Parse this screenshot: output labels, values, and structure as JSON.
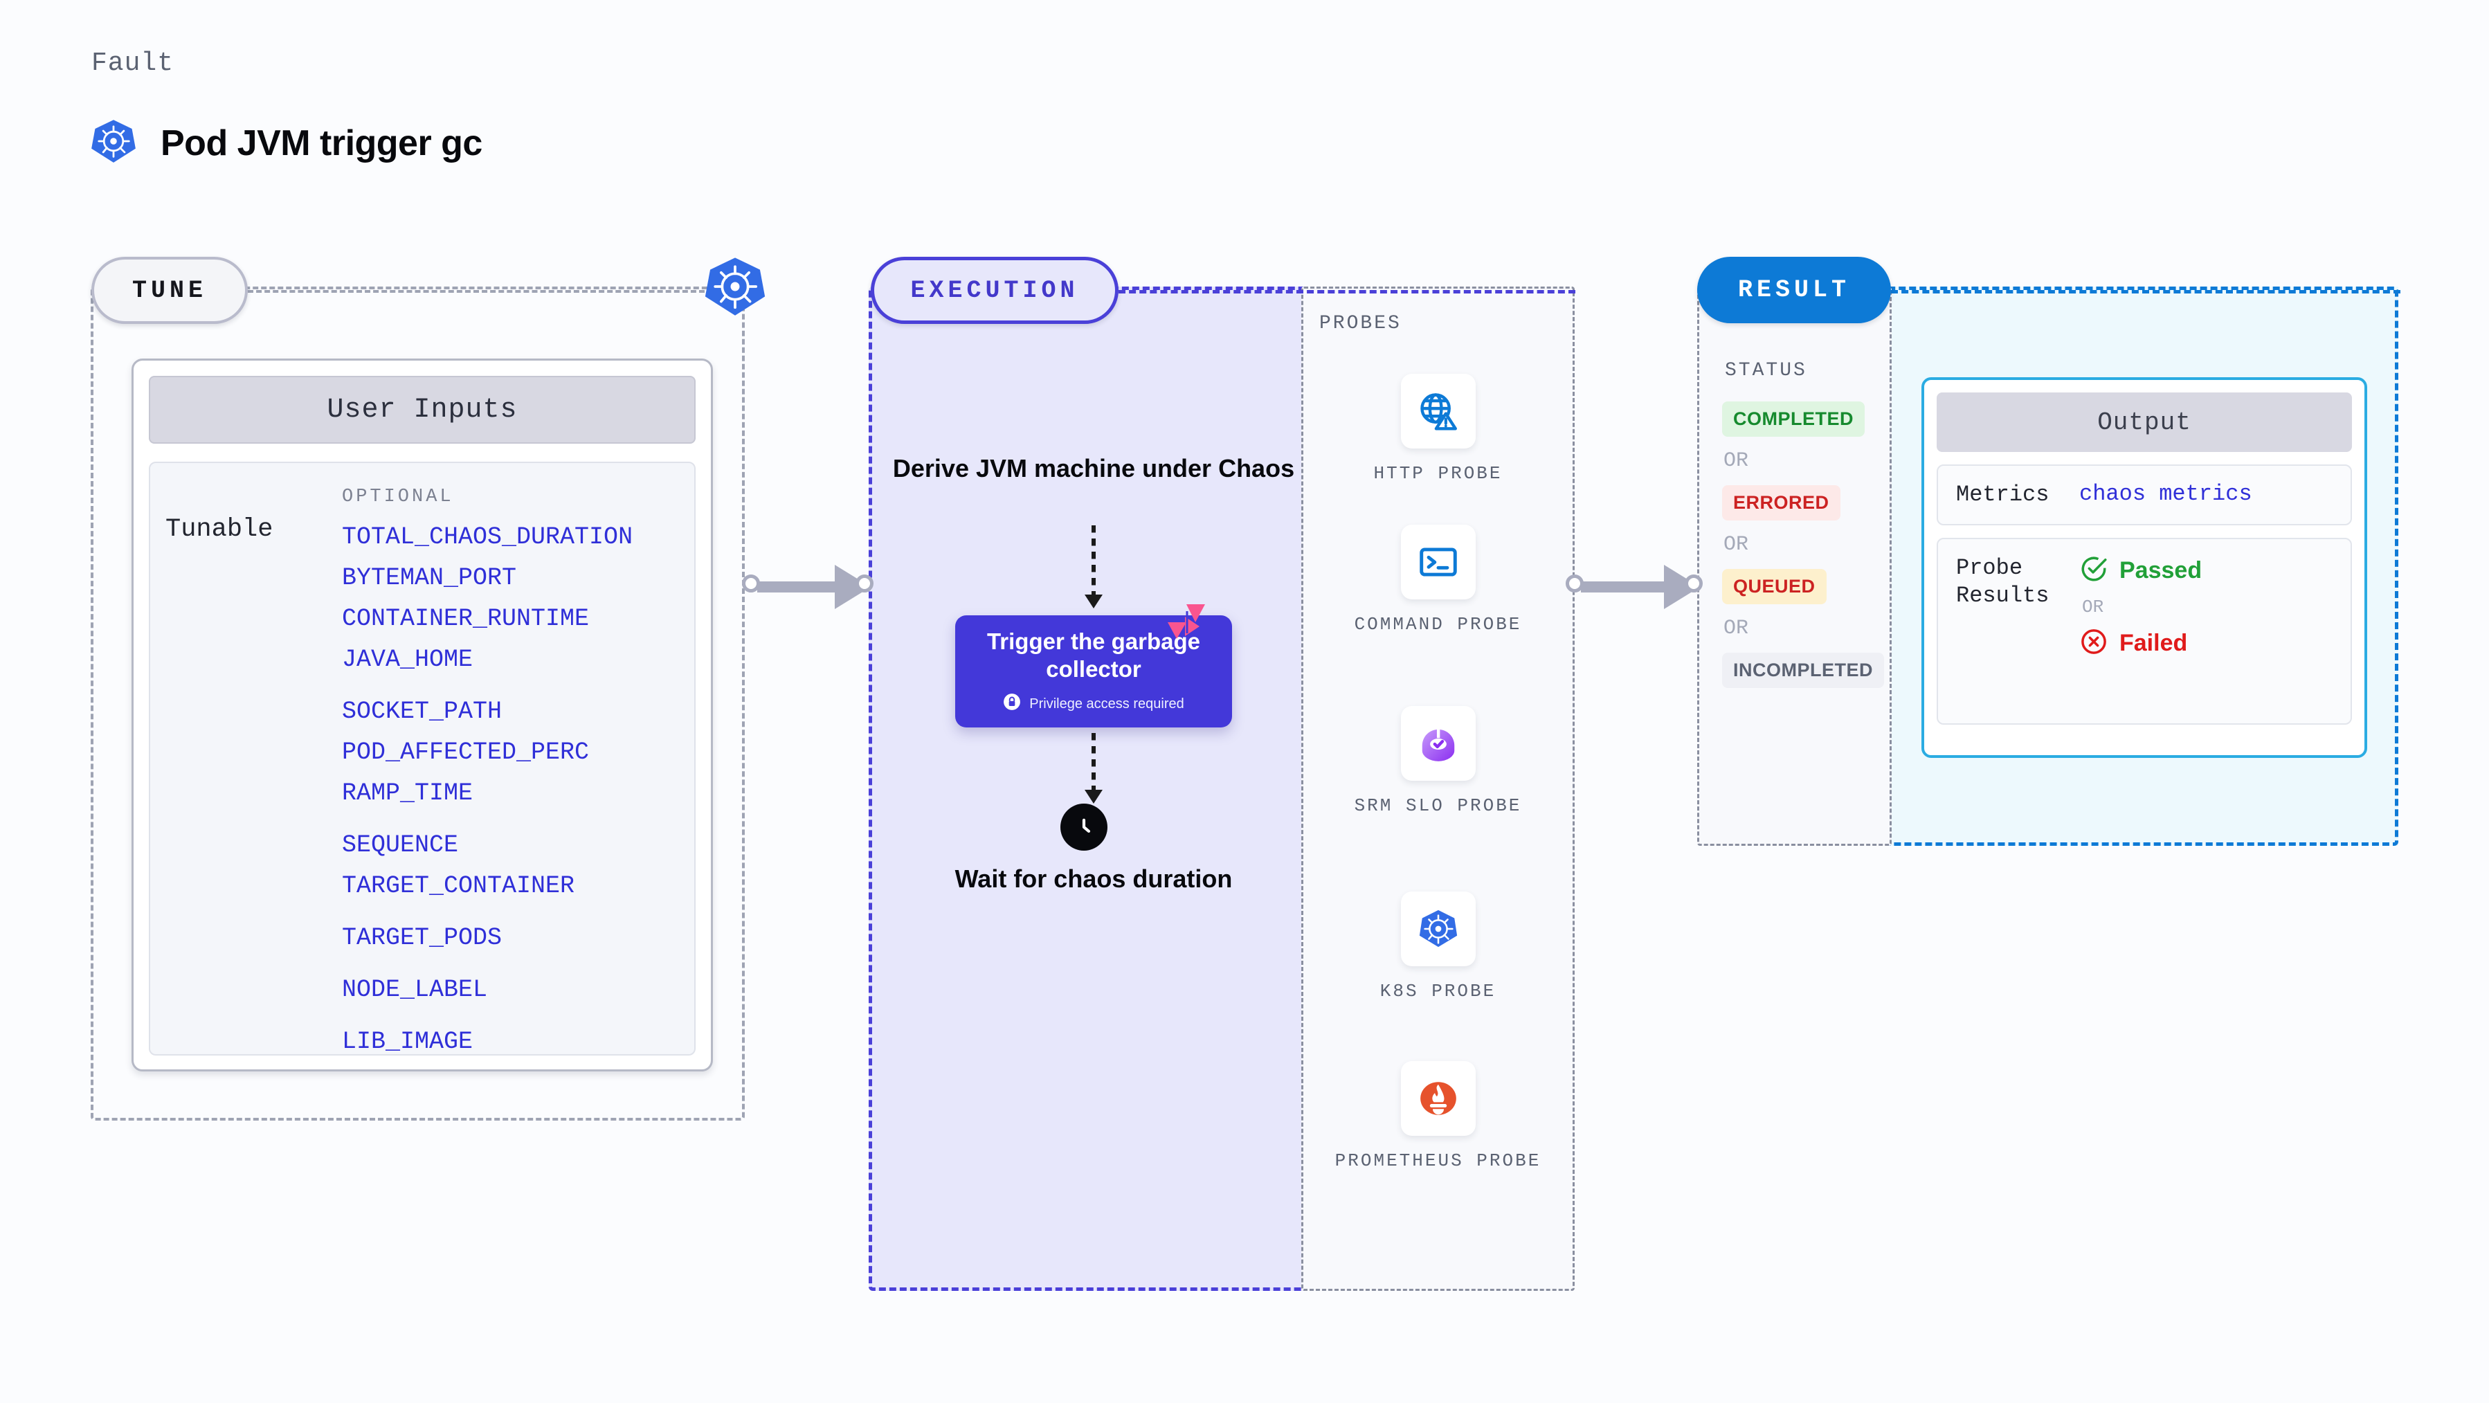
{
  "header": {
    "eyebrow": "Fault",
    "title": "Pod JVM trigger gc",
    "icon": "kubernetes-icon"
  },
  "tune": {
    "pill_label": "TUNE",
    "badge_icon": "kubernetes-icon",
    "card": {
      "header": "User Inputs",
      "row_label": "Tunable",
      "section_label": "OPTIONAL",
      "variables": [
        "TOTAL_CHAOS_DURATION",
        "BYTEMAN_PORT",
        "CONTAINER_RUNTIME",
        "JAVA_HOME",
        "SOCKET_PATH",
        "POD_AFFECTED_PERC",
        "RAMP_TIME",
        "SEQUENCE",
        "TARGET_CONTAINER",
        "TARGET_PODS",
        "NODE_LABEL",
        "LIB_IMAGE"
      ]
    }
  },
  "execution": {
    "pill_label": "EXECUTION",
    "step_derive": "Derive JVM machine under Chaos",
    "card": {
      "title": "Trigger the garbage collector",
      "privilege_note": "Privilege access required",
      "privilege_icon": "lock-icon",
      "corner_badge_icon": "litmus-icon"
    },
    "step_wait": "Wait for chaos duration",
    "wait_icon": "clock-icon"
  },
  "probes": {
    "title": "PROBES",
    "items": [
      {
        "label": "HTTP PROBE",
        "icon": "globe-warning-icon",
        "color": "#0d7ad6"
      },
      {
        "label": "COMMAND PROBE",
        "icon": "terminal-icon",
        "color": "#0d7ad6"
      },
      {
        "label": "SRM SLO PROBE",
        "icon": "slo-gauge-icon",
        "color": "#9b5cf6"
      },
      {
        "label": "K8S PROBE",
        "icon": "kubernetes-icon",
        "color": "#326ce5"
      },
      {
        "label": "PROMETHEUS PROBE",
        "icon": "prometheus-icon",
        "color": "#e6522c"
      }
    ]
  },
  "result": {
    "pill_label": "RESULT",
    "status": {
      "title": "STATUS",
      "or_label": "OR",
      "badges": [
        {
          "label": "COMPLETED",
          "bg": "#dff5e1",
          "fg": "#168a2e"
        },
        {
          "label": "ERRORED",
          "bg": "#fde9e8",
          "fg": "#cc2222"
        },
        {
          "label": "QUEUED",
          "bg": "#fdf0cd",
          "fg": "#cc2222"
        },
        {
          "label": "INCOMPLETED",
          "bg": "#eff0f5",
          "fg": "#5b6272"
        }
      ]
    },
    "output": {
      "header": "Output",
      "metrics_label": "Metrics",
      "metrics_value": "chaos metrics",
      "probe_results_label": "Probe Results",
      "or_label": "OR",
      "passed_label": "Passed",
      "passed_icon": "check-circle-icon",
      "passed_color": "#21a038",
      "failed_label": "Failed",
      "failed_icon": "x-circle-icon",
      "failed_color": "#e01b1b"
    }
  },
  "connectors": {
    "tune_to_execution": "arrow-right",
    "probes_to_result": "arrow-right"
  }
}
